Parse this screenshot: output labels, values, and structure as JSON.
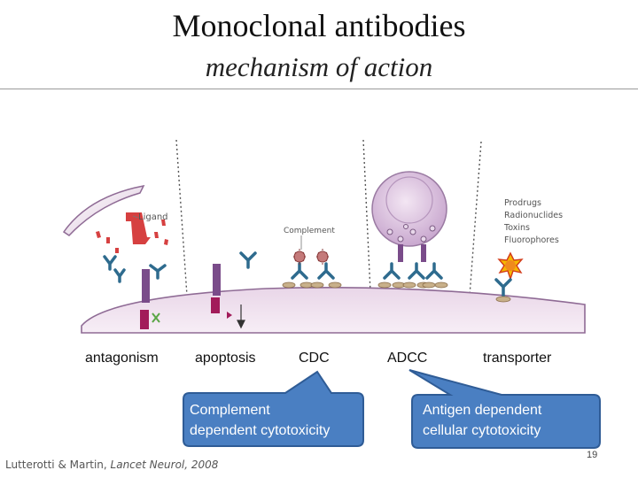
{
  "title": "Monoclonal antibodies",
  "subtitle": "mechanism of action",
  "figure": {
    "labels": {
      "ligand": "Ligand",
      "complement": "Complement",
      "prodrugs": "Prodrugs",
      "radionuclides": "Radionuclides",
      "toxins": "Toxins",
      "fluorophores": "Fluorophores"
    }
  },
  "mechanisms": [
    "antagonism",
    "apoptosis",
    "CDC",
    "ADCC",
    "transporter"
  ],
  "callouts": [
    {
      "line1": "Complement",
      "line2": "dependent cytotoxicity"
    },
    {
      "line1": "Antigen dependent",
      "line2": "cellular cytotoxicity"
    }
  ],
  "citation": {
    "authors": "Lutterotti & Martin, ",
    "journal": "Lancet Neurol, 2008"
  },
  "page_number": "19",
  "colors": {
    "membrane": "#f0e3ef",
    "antibody": "#2e6b8e",
    "receptor": "#7a4c8a",
    "ligand": "#d64040",
    "callout": "#4a7fc2",
    "callout_border": "#2f5c96"
  }
}
